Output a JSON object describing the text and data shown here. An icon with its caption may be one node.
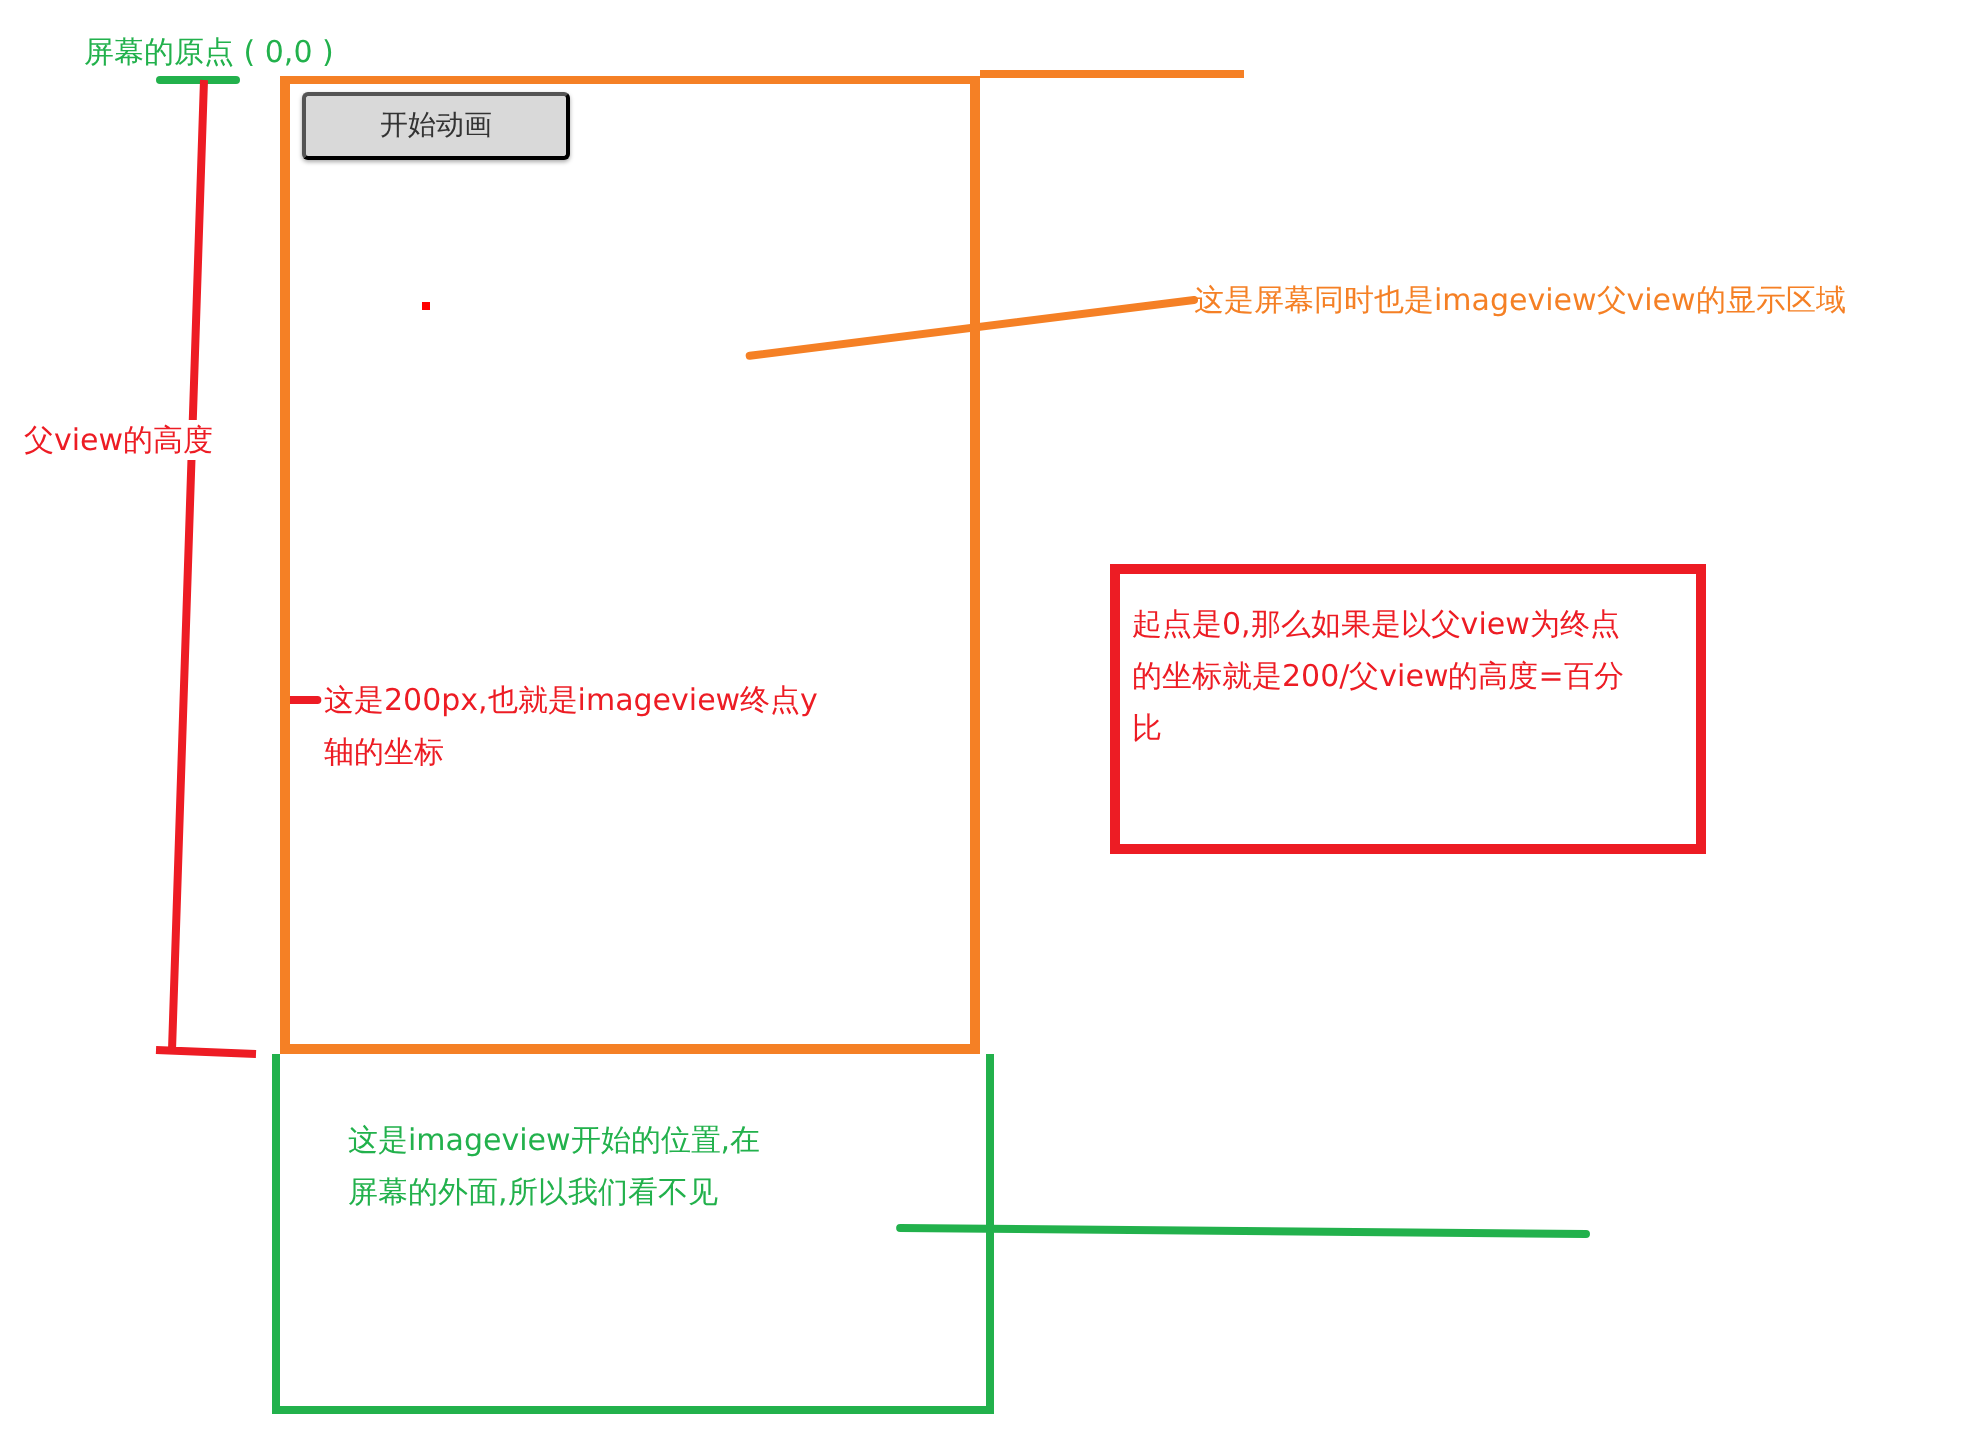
{
  "diagram": {
    "nodes": [
      {
        "text": [],
        "shape": "box"
      },
      {
        "text": [
          "开始动画"
        ],
        "in": 0
      },
      {
        "text": [
          "这是imageview开始的位置,在屏幕的外面,所以我们看不见"
        ]
      },
      {
        "text": [
          "起点是0,那么如果是以父view为终点的坐标就是200/父view的高度=百分比"
        ]
      },
      {
        "text": [
          "这是屏幕同时也是imageview父view的显示区域"
        ]
      },
      {
        "text": [
          "这是200px,也就是imageview终点y轴的坐标"
        ],
        "in": 0
      }
    ],
    "edges": [
      {
        "from": 4,
        "to": 0,
        "arrow": "none",
        "color": "#f58025"
      },
      {
        "from": 5,
        "to": 0,
        "arrow": "none",
        "color": "#ed1c24"
      },
      {
        "from": 2,
        "to": null,
        "arrow": "none",
        "color": "#22b14c"
      }
    ],
    "labels": [
      "屏幕的原点 ( 0,0 )",
      "父view的高度"
    ]
  }
}
